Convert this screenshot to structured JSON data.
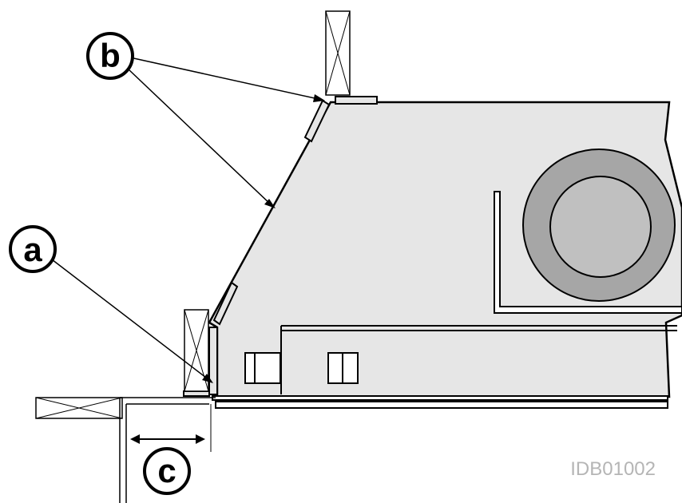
{
  "callouts": {
    "a": "a",
    "b": "b",
    "c": "c"
  },
  "figure_id": "IDB01002",
  "colors": {
    "housing_fill": "#e6e6e6",
    "fan_outer": "#a6a6a6",
    "fan_inner": "#c0c0c0",
    "line": "#000000",
    "figure_id_text": "#b5b5b5"
  }
}
